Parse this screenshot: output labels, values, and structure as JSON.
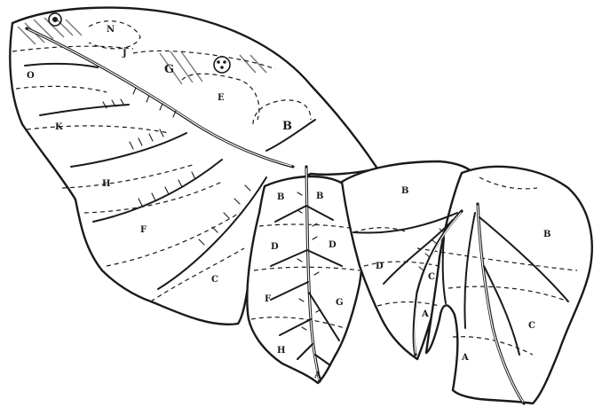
{
  "leaf_large": {
    "labels": {
      "N": "N",
      "J": "J",
      "G": "G",
      "O": "O",
      "E": "E",
      "B": "B",
      "K": "K",
      "H": "H",
      "F": "F",
      "C": "C"
    }
  },
  "leaf_middle": {
    "labels": {
      "B1": "B",
      "B2": "B",
      "D1": "D",
      "D2": "D",
      "F": "F",
      "G": "G",
      "H": "H",
      "A": "A"
    }
  },
  "leaf_right": {
    "labels": {
      "B1": "B",
      "B2": "B",
      "D": "D",
      "C1": "C",
      "C2": "C",
      "A1": "A",
      "A2": "A"
    }
  }
}
